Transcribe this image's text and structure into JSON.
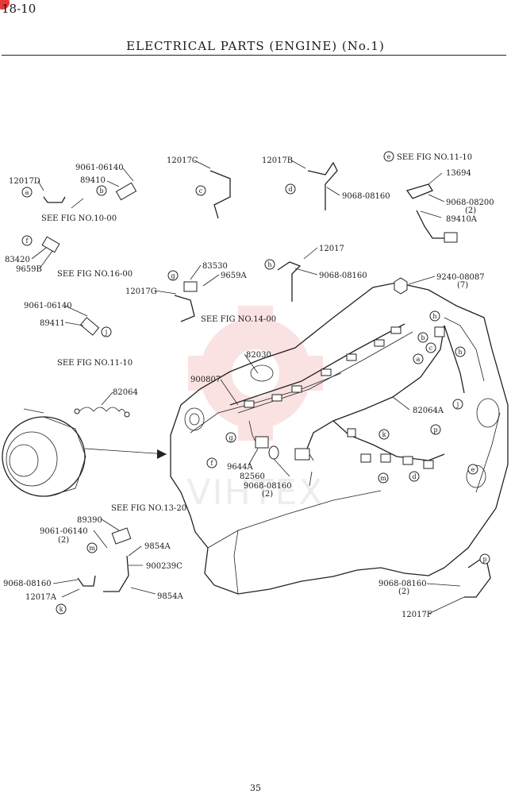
{
  "header": {
    "page_number": "18-10",
    "title": "ELECTRICAL PARTS (ENGINE) (No.1)"
  },
  "footer": {
    "page": "35"
  },
  "watermark": {
    "text": "VIHTEX",
    "color": "#f08080"
  },
  "callouts": {
    "p12017D": "12017D",
    "p9061_06140_a": "9061-06140",
    "p89410": "89410",
    "see10_00": "SEE FIG NO.10-00",
    "p12017C": "12017C",
    "p12017B": "12017B",
    "p9068_08160_a": "9068-08160",
    "seeE": "SEE FIG NO.11-10",
    "p13694": "13694",
    "p9068_08200": "9068-08200",
    "q2_a": "(2)",
    "p89410A": "89410A",
    "p83420": "83420",
    "p9659B": "9659B",
    "see16_00": "SEE FIG NO.16-00",
    "p12017": "12017",
    "p9068_08160_b": "9068-08160",
    "p83530": "83530",
    "p9659A": "9659A",
    "p12017G": "12017G",
    "see14_00": "SEE FIG NO.14-00",
    "p9240_08087": "9240-08087",
    "q7": "(7)",
    "p9061_06140_b": "9061-06140",
    "p89411": "89411",
    "see11_10": "SEE FIG NO.11-10",
    "p82030": "82030",
    "p900807": "900807",
    "p82064": "82064",
    "p82064A": "82064A",
    "p9644A": "9644A",
    "p82560": "82560",
    "p9068_08160_c": "9068-08160",
    "q2_b": "(2)",
    "see13_20": "SEE FIG NO.13-20",
    "p89390": "89390",
    "p9061_06140_c": "9061-06140",
    "q2_c": "(2)",
    "p9854A_a": "9854A",
    "p900239C": "900239C",
    "p9068_08160_d": "9068-08160",
    "p12017A": "12017A",
    "p9854A_b": "9854A",
    "p9068_08160_e": "9068-08160",
    "q2_d": "(2)",
    "p12017F": "12017F"
  },
  "ref_letters": {
    "a": "a",
    "b": "b",
    "c": "c",
    "d": "d",
    "e": "e",
    "f": "f",
    "g": "g",
    "h": "h",
    "j": "j",
    "k": "k",
    "m": "m",
    "p": "p"
  }
}
